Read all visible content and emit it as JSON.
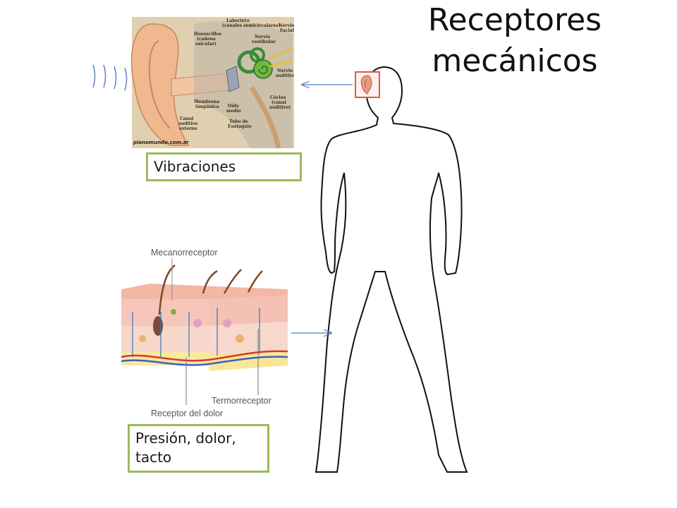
{
  "title_line1": "Receptores",
  "title_line2": "mecánicos",
  "ear": {
    "box_label": "Vibraciones",
    "parts": {
      "laberinto": "Laberinto\n(canales semicirculares)",
      "huesecillos": "Huesecillos\n(cadena\nosicular)",
      "nervio_facial": "Nervio\nFacial",
      "nervio_vestibular": "Nervio\nvestibular",
      "nervio_auditivo": "Nervio\nauditivo",
      "coclea": "Cóclea\n(canal\nauditivo)",
      "membrana": "Membrana\ntimpánica",
      "oido_medio": "Oído\nmedio",
      "canal_externo": "Canal\nauditivo\nexterno",
      "tubo_eustaquio": "Tubo de\nEustaquio"
    },
    "credit": "pianomundo.com.ar"
  },
  "skin": {
    "box_label": "Presión, dolor, tacto",
    "label_mecano": "Mecanorreceptor",
    "label_termo": "Termorreceptor",
    "label_dolor": "Receptor del dolor"
  },
  "colors": {
    "accent_green": "#9bbb59",
    "arrow_blue": "#4f81bd"
  }
}
